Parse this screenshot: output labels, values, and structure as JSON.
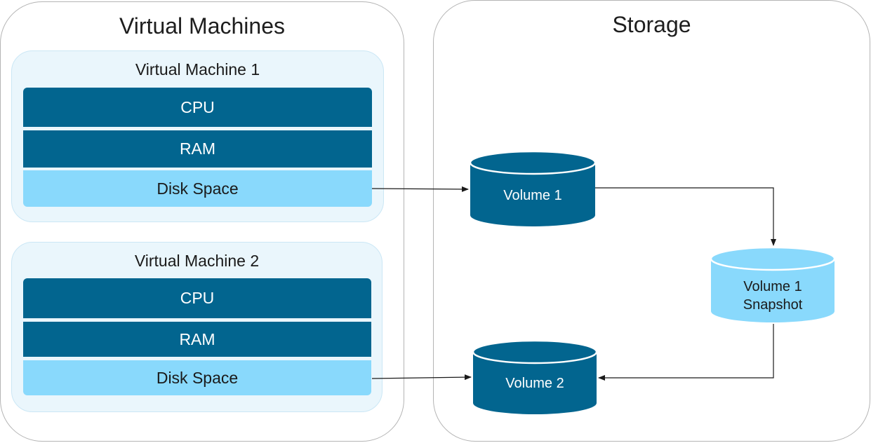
{
  "virtual_machines_group": {
    "title": "Virtual Machines",
    "vms": [
      {
        "title": "Virtual Machine 1",
        "cpu": "CPU",
        "ram": "RAM",
        "disk": "Disk Space"
      },
      {
        "title": "Virtual Machine 2",
        "cpu": "CPU",
        "ram": "RAM",
        "disk": "Disk Space"
      }
    ]
  },
  "storage_group": {
    "title": "Storage",
    "volume1": "Volume 1",
    "snapshot_line1": "Volume 1",
    "snapshot_line2": "Snapshot",
    "volume2": "Volume 2"
  },
  "colors": {
    "dark_blue": "#02658f",
    "light_blue": "#89d9fc",
    "vm_background": "#eaf6fc"
  }
}
